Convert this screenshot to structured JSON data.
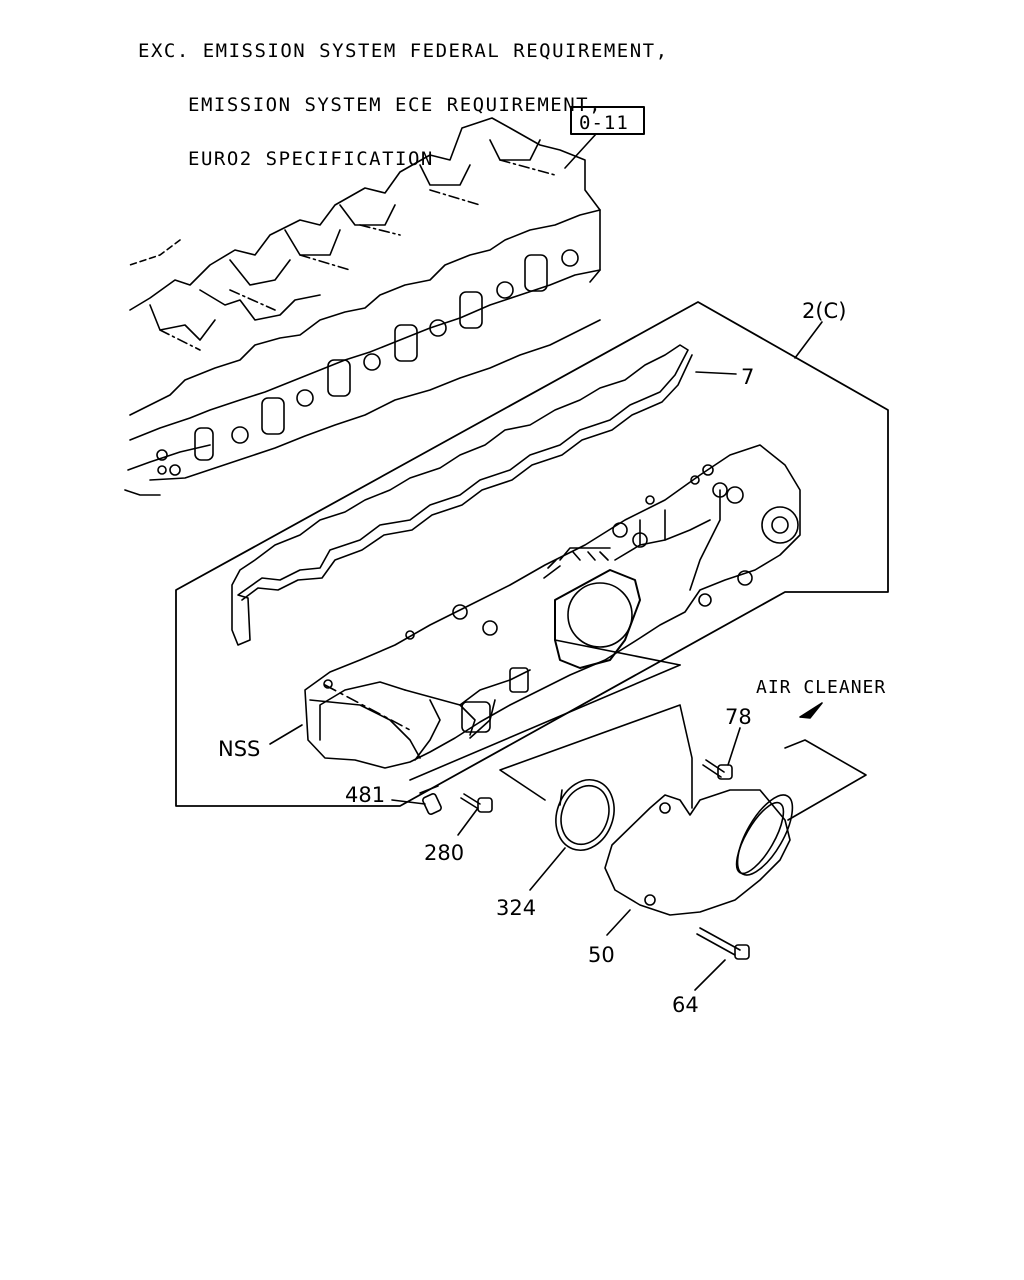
{
  "header": {
    "prefix": "EXC.",
    "lines": [
      "EMISSION SYSTEM FEDERAL REQUIREMENT,",
      "EMISSION SYSTEM ECE REQUIREMENT,",
      "EURO2 SPECIFICATION"
    ]
  },
  "reference_box": "0-11",
  "air_cleaner_label": "AIR CLEANER",
  "callouts": {
    "c2": "2(C)",
    "c7": "7",
    "nss": "NSS",
    "c481": "481",
    "c280": "280",
    "c324": "324",
    "c78": "78",
    "c50": "50",
    "c64": "64"
  }
}
